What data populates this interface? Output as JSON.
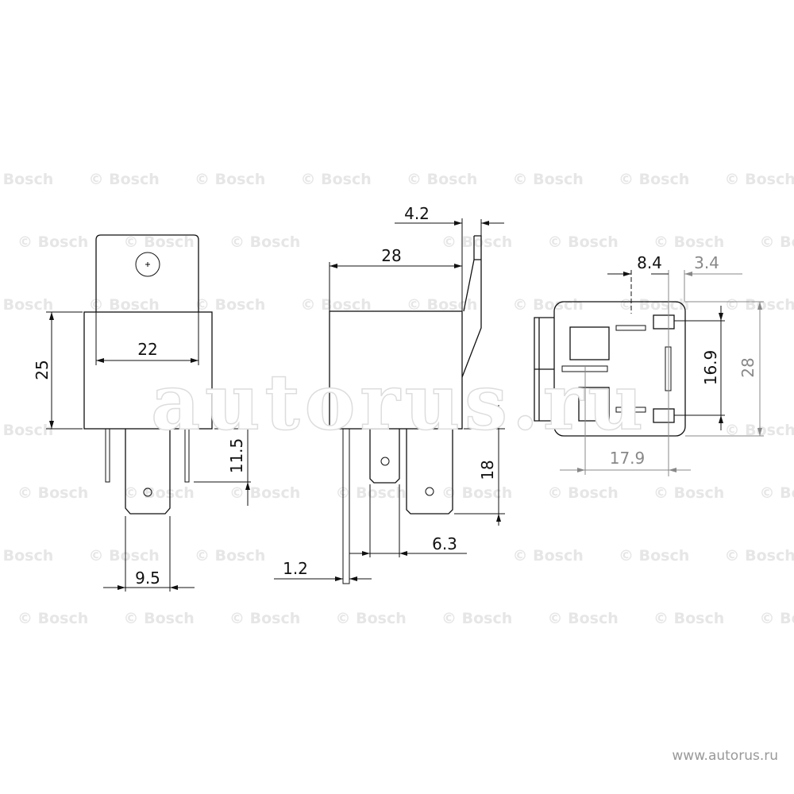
{
  "watermark": "© Bosch",
  "site_watermark": "autorus.ru",
  "footer_url": "www.autorus.ru",
  "front_view": {
    "height": "25",
    "width": "22",
    "pin_length": "11.5",
    "blade_width": "9.5"
  },
  "side_view": {
    "length": "28",
    "bracket": "4.2",
    "blade_length": "18",
    "blade_width": "6.3",
    "pin_thickness": "1.2"
  },
  "bottom_view": {
    "offset_a": "8.4",
    "offset_b": "3.4",
    "pin_spacing": "16.9",
    "width": "28",
    "spacing": "17.9"
  }
}
